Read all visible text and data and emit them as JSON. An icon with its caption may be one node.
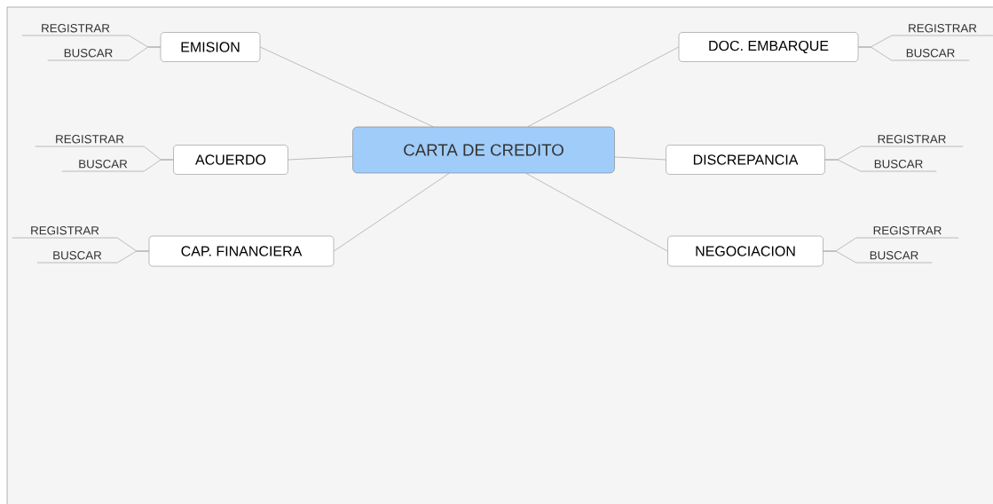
{
  "diagram": {
    "nodes": [
      {
        "text": [
          "CARTA DE CREDITO"
        ]
      },
      {
        "text": [
          "EMISION"
        ]
      },
      {
        "text": [
          "REGISTRAR"
        ]
      },
      {
        "text": [
          "BUSCAR"
        ]
      },
      {
        "text": [
          "ACUERDO"
        ]
      },
      {
        "text": [
          "REGISTRAR"
        ]
      },
      {
        "text": [
          "BUSCAR"
        ]
      },
      {
        "text": [
          "CAP. FINANCIERA"
        ]
      },
      {
        "text": [
          "REGISTRAR"
        ]
      },
      {
        "text": [
          "BUSCAR"
        ]
      },
      {
        "text": [
          "DOC. EMBARQUE"
        ]
      },
      {
        "text": [
          "REGISTRAR"
        ]
      },
      {
        "text": [
          "BUSCAR"
        ]
      },
      {
        "text": [
          "DISCREPANCIA"
        ]
      },
      {
        "text": [
          "REGISTRAR"
        ]
      },
      {
        "text": [
          "BUSCAR"
        ]
      },
      {
        "text": [
          "NEGOCIACION"
        ]
      },
      {
        "text": [
          "REGISTRAR"
        ]
      },
      {
        "text": [
          "BUSCAR"
        ]
      }
    ],
    "edges": [
      {
        "from": 0,
        "to": 1,
        "arrow": "none"
      },
      {
        "from": 0,
        "to": 4,
        "arrow": "none"
      },
      {
        "from": 0,
        "to": 7,
        "arrow": "none"
      },
      {
        "from": 0,
        "to": 10,
        "arrow": "none"
      },
      {
        "from": 0,
        "to": 13,
        "arrow": "none"
      },
      {
        "from": 0,
        "to": 16,
        "arrow": "none"
      },
      {
        "from": 1,
        "to": 2,
        "arrow": "none"
      },
      {
        "from": 1,
        "to": 3,
        "arrow": "none"
      },
      {
        "from": 4,
        "to": 5,
        "arrow": "none"
      },
      {
        "from": 4,
        "to": 6,
        "arrow": "none"
      },
      {
        "from": 7,
        "to": 8,
        "arrow": "none"
      },
      {
        "from": 7,
        "to": 9,
        "arrow": "none"
      },
      {
        "from": 10,
        "to": 11,
        "arrow": "none"
      },
      {
        "from": 10,
        "to": 12,
        "arrow": "none"
      },
      {
        "from": 13,
        "to": 14,
        "arrow": "none"
      },
      {
        "from": 13,
        "to": 15,
        "arrow": "none"
      },
      {
        "from": 16,
        "to": 17,
        "arrow": "none"
      },
      {
        "from": 16,
        "to": 18,
        "arrow": "none"
      }
    ]
  }
}
